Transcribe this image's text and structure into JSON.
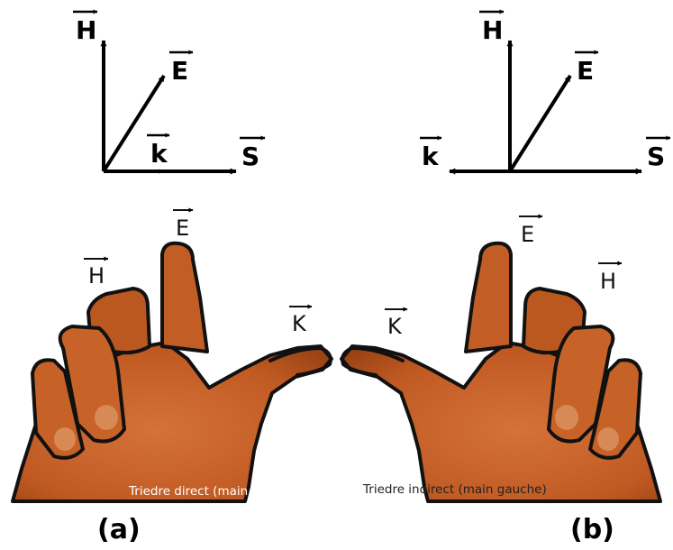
{
  "triads": {
    "left": {
      "H": "H",
      "E": "E",
      "k": "k",
      "S": "S"
    },
    "right": {
      "H": "H",
      "E": "E",
      "k": "k",
      "S": "S"
    }
  },
  "hands": {
    "left": {
      "H": "H",
      "E": "E",
      "K": "K",
      "caption": "Triedre direct (main droite)"
    },
    "right": {
      "E": "E",
      "H": "H",
      "K": "K",
      "caption": "Triedre indirect (main gauche)"
    }
  },
  "panels": {
    "a": "(a)",
    "b": "(b)"
  },
  "colors": {
    "skin": "#c8642a",
    "skin_dark": "#8f3e14",
    "outline": "#111111",
    "ink": "#000000"
  }
}
